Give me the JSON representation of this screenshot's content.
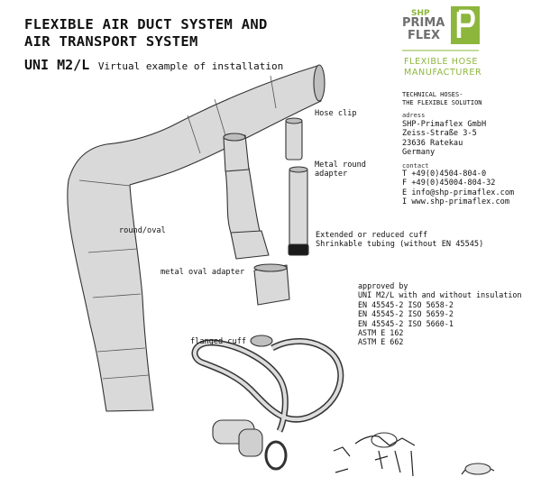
{
  "header": {
    "title_line1": "FLEXIBLE AIR DUCT SYSTEM AND",
    "title_line2": "AIR TRANSPORT SYSTEM",
    "model": "UNI M2/L",
    "subtitle": "Virtual example of installation"
  },
  "logo": {
    "line1": "SHP",
    "line2": "PRIMA",
    "line3": "FLEX",
    "tagline1": "FLEXIBLE HOSE",
    "tagline2": "MANUFACTURER",
    "accent_color": "#8DB63C"
  },
  "company": {
    "slogan1": "TECHNICAL HOSES-",
    "slogan2": "THE FLEXIBLE SOLUTION",
    "address_label": "adress",
    "address": [
      "SHP-Primaflex GmbH",
      "Zeiss-Straße 3-5",
      "23636 Ratekau",
      "Germany"
    ],
    "contact_label": "contact",
    "contact": [
      "T +49(0)4504-804-0",
      "F +49(0)45004-804-32",
      "E info@shp-primaflex.com",
      "I www.shp-primaflex.com"
    ]
  },
  "labels": {
    "hose_clip": "Hose clip",
    "metal_round_1": "Metal round",
    "metal_round_2": "adapter",
    "round_oval": "round/oval",
    "cuff_1": "Extended or reduced cuff",
    "cuff_2": "Shrinkable tubing (without EN 45545)",
    "metal_oval": "metal oval adapter",
    "flanged_cuff": "flanged cuff"
  },
  "approvals": {
    "heading": "approved by",
    "lines": [
      "UNI M2/L with and without insulation",
      "EN 45545-2  ISO 5658-2",
      "EN 45545-2  ISO 5659-2",
      "EN 45545-2  ISO 5660-1",
      "ASTM E 162",
      "ASTM E 662"
    ]
  }
}
